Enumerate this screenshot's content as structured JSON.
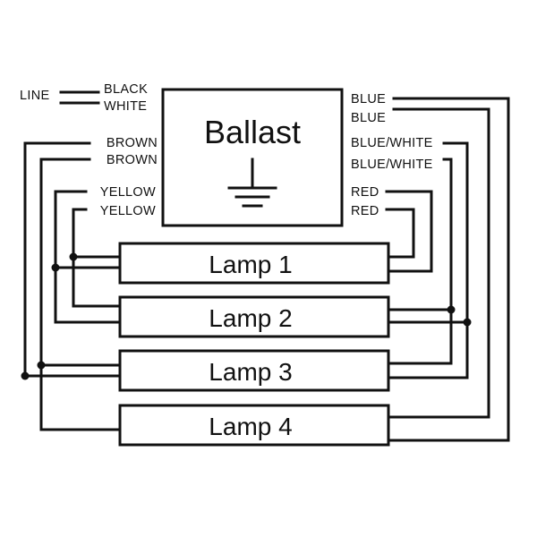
{
  "ballast": {
    "title": "Ballast"
  },
  "left_labels": {
    "line": "LINE",
    "black": "BLACK",
    "white": "WHITE",
    "brown_1": "BROWN",
    "brown_2": "BROWN",
    "yellow_1": "YELLOW",
    "yellow_2": "YELLOW"
  },
  "right_labels": {
    "blue_1": "BLUE",
    "blue_2": "BLUE",
    "blue_white_1": "BLUE/WHITE",
    "blue_white_2": "BLUE/WHITE",
    "red_1": "RED",
    "red_2": "RED"
  },
  "lamps": [
    "Lamp 1",
    "Lamp 2",
    "Lamp 3",
    "Lamp 4"
  ]
}
